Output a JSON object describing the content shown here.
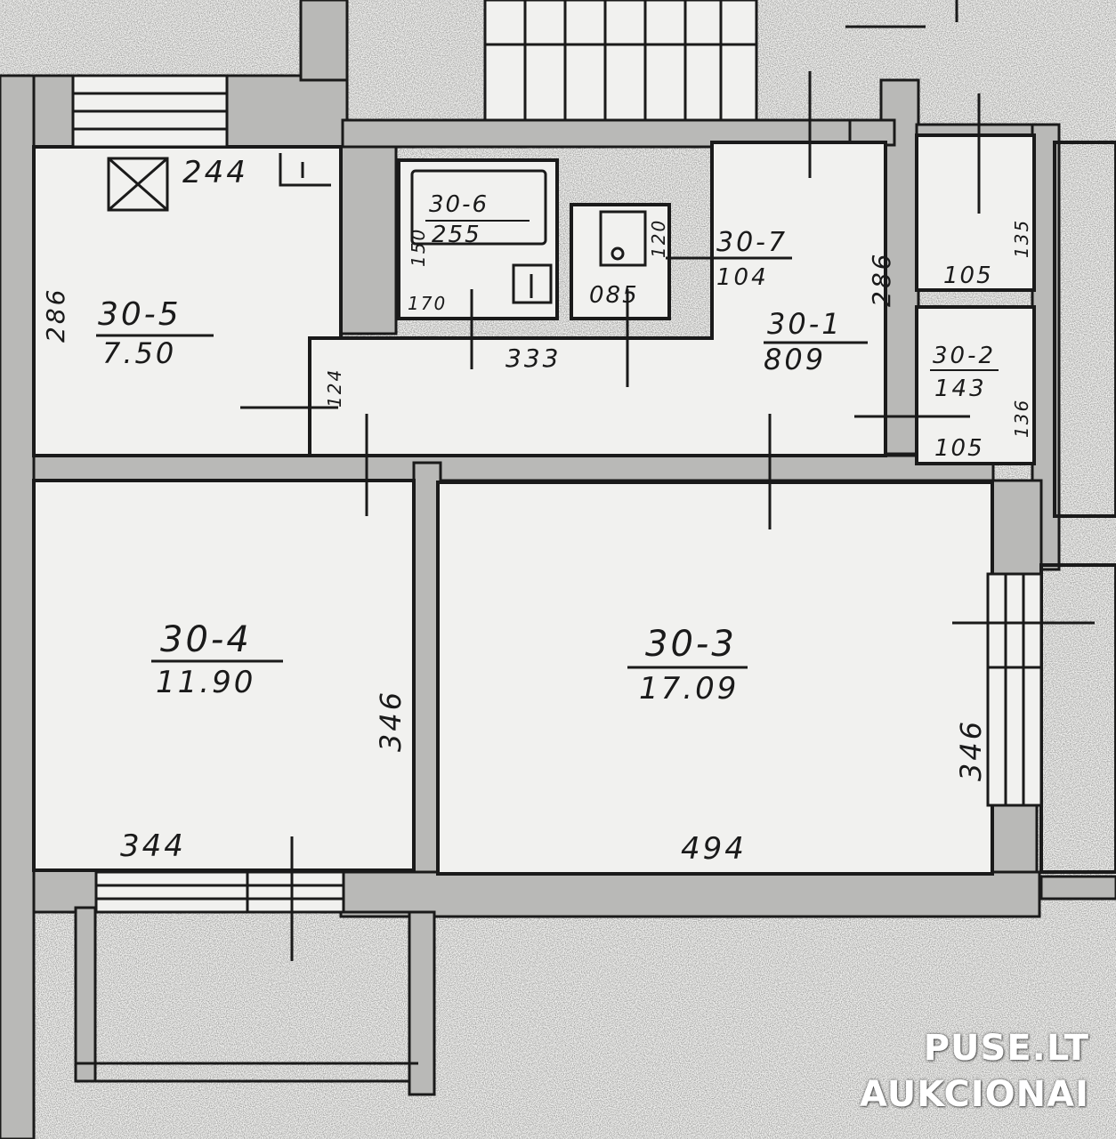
{
  "colors": {
    "wall": "#b9b9b7",
    "line": "#1a1a1a",
    "paper": "#f1f1ef",
    "watermark": "#ffffff"
  },
  "rooms": {
    "r1": {
      "id": "30-1",
      "area": "809"
    },
    "r2": {
      "id": "30-2",
      "area": "143"
    },
    "r3": {
      "id": "30-3",
      "area": "17.09"
    },
    "r4": {
      "id": "30-4",
      "area": "11.90"
    },
    "r5": {
      "id": "30-5",
      "area": "7.50"
    },
    "r6": {
      "id": "30-6",
      "area": "255"
    },
    "r7": {
      "id": "30-7",
      "area": "104"
    }
  },
  "dimensions": {
    "d244": "244",
    "d286_left": "286",
    "d124": "124",
    "d333": "333",
    "d150": "150",
    "d170": "170",
    "d120": "120",
    "d085": "085",
    "d286_right": "286",
    "d105_top": "105",
    "d135": "135",
    "d136": "136",
    "d105_bottom": "105",
    "d346_left": "346",
    "d346_right": "346",
    "d344": "344",
    "d494": "494"
  },
  "watermark": {
    "line1": "PUSE.LT",
    "line2": "AUKCIONAI"
  }
}
